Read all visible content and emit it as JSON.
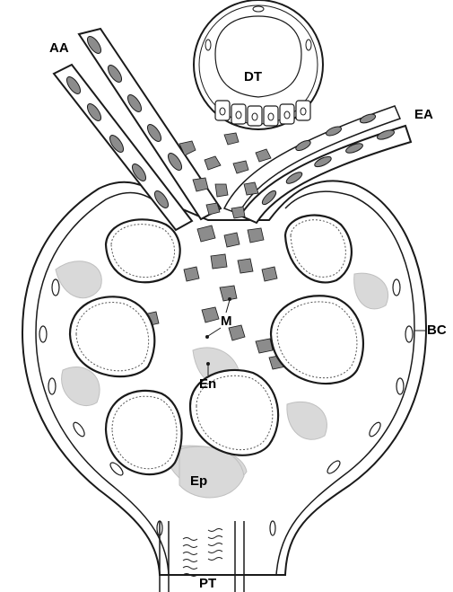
{
  "labels": {
    "aa": "AA",
    "dt": "DT",
    "ea": "EA",
    "bc": "BC",
    "m": "M",
    "en": "En",
    "ep": "Ep",
    "pt": "PT"
  },
  "colors": {
    "background": "#ffffff",
    "outline": "#1a1a1a",
    "mesangium": "#8c8c8c",
    "podocyte": "#d9d9d9",
    "space": "#ffffff"
  }
}
